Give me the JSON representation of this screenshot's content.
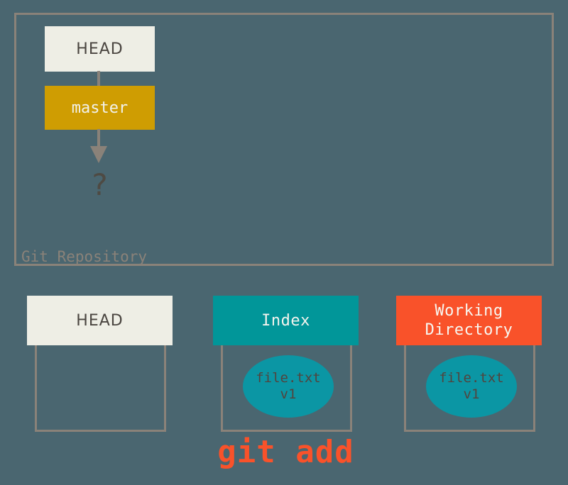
{
  "colors": {
    "background": "#4a6670",
    "border_gray": "#8a8279",
    "cream": "#eeeee5",
    "gold": "#cf9d02",
    "teal_header": "#019699",
    "teal_blob": "#0b96a4",
    "orange": "#f9522a",
    "dark_text": "#4a4540"
  },
  "repository": {
    "label": "Git Repository",
    "head_node": "HEAD",
    "branch_node": "master",
    "pending_commit": "?"
  },
  "areas": [
    {
      "id": "head",
      "title": "HEAD",
      "header_style": "cream",
      "file": null
    },
    {
      "id": "index",
      "title": "Index",
      "header_style": "teal",
      "file": {
        "name": "file.txt",
        "version": "v1"
      }
    },
    {
      "id": "working-directory",
      "title_line1": "Working",
      "title_line2": "Directory",
      "header_style": "orange",
      "file": {
        "name": "file.txt",
        "version": "v1"
      }
    }
  ],
  "command": {
    "label": "git add"
  }
}
